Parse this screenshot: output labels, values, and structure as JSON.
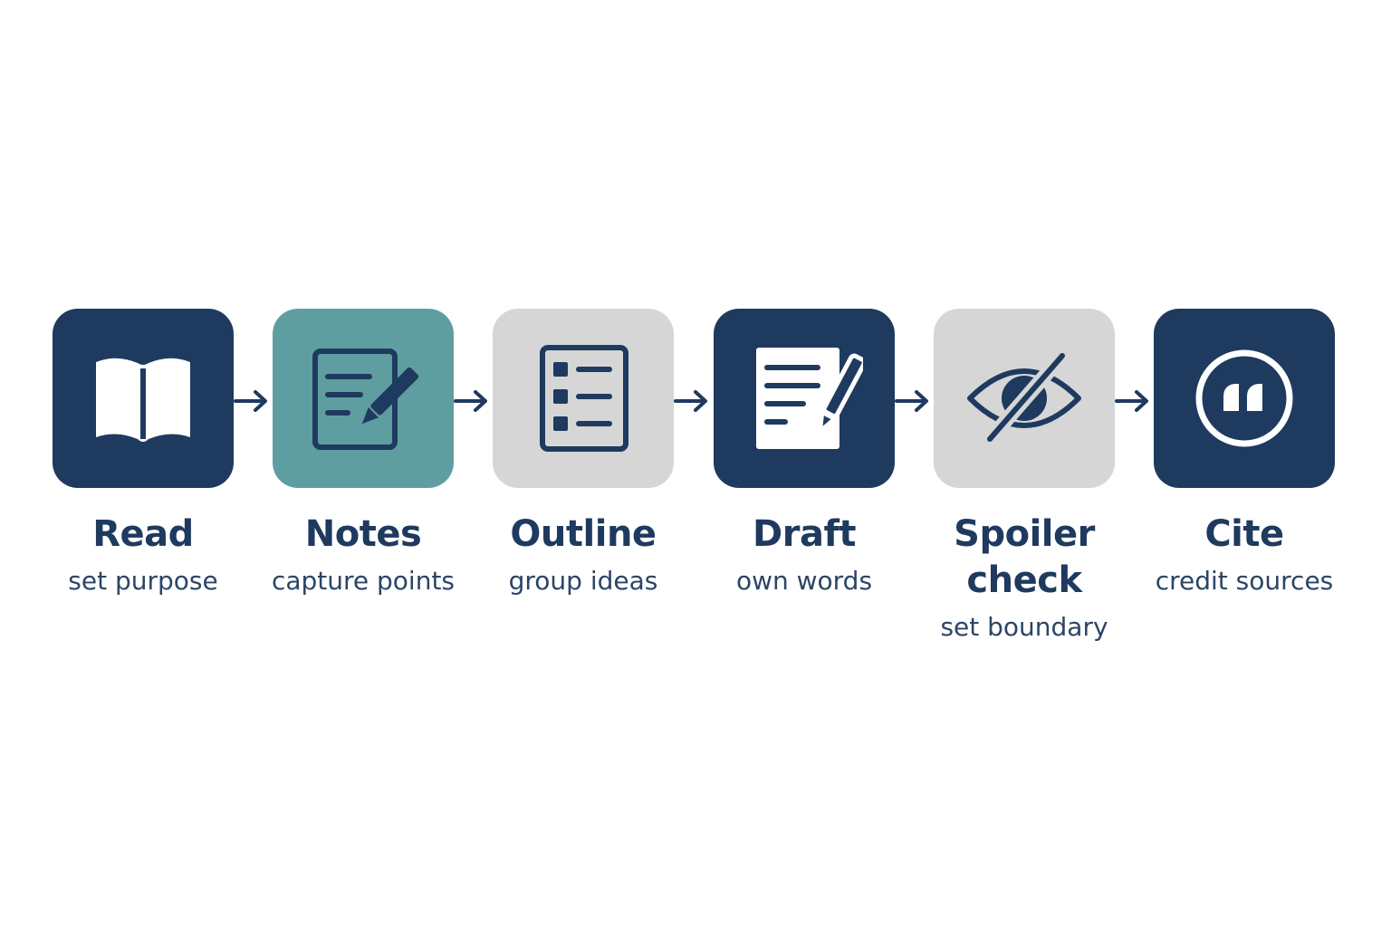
{
  "colors": {
    "navy": "#1f3a5f",
    "teal": "#5f9ea0",
    "gray": "#d6d6d6",
    "white": "#ffffff"
  },
  "steps": [
    {
      "title": "Read",
      "subtitle": "set purpose",
      "icon": "open-book-icon",
      "tile_color": "navy"
    },
    {
      "title": "Notes",
      "subtitle": "capture points",
      "icon": "notepad-pencil-icon",
      "tile_color": "teal"
    },
    {
      "title": "Outline",
      "subtitle": "group ideas",
      "icon": "checklist-icon",
      "tile_color": "gray"
    },
    {
      "title": "Draft",
      "subtitle": "own words",
      "icon": "document-pencil-icon",
      "tile_color": "navy"
    },
    {
      "title": "Spoiler check",
      "subtitle": "set boundary",
      "icon": "eye-slash-icon",
      "tile_color": "gray"
    },
    {
      "title": "Cite",
      "subtitle": "credit sources",
      "icon": "quote-icon",
      "tile_color": "navy"
    }
  ]
}
